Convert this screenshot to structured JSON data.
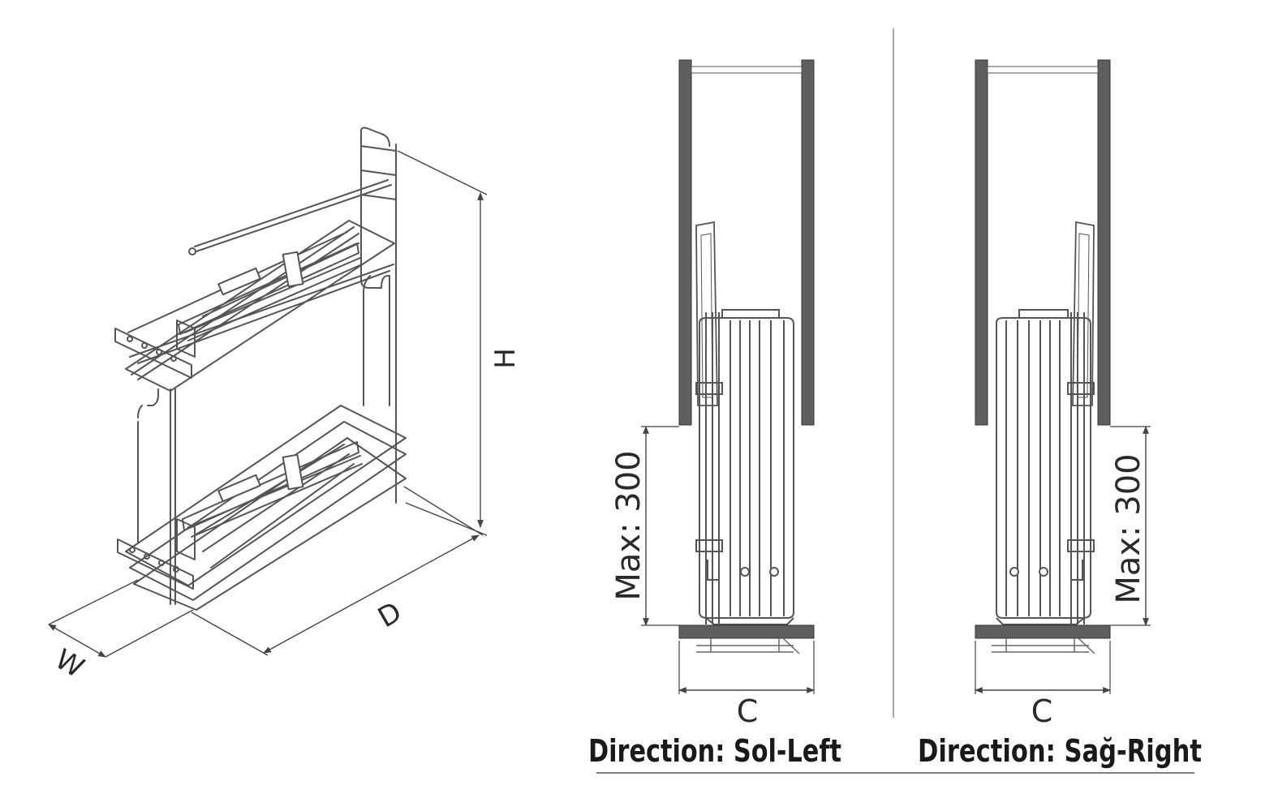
{
  "iso": {
    "h_label": "H",
    "d_label": "D",
    "w_label": "W"
  },
  "left": {
    "max_label": "Max: 300",
    "c_label": "C",
    "caption": "Direction: Sol-Left"
  },
  "right": {
    "max_label": "Max: 300",
    "c_label": "C",
    "caption": "Direction: Sağ-Right"
  },
  "colors": {
    "line": "#444444",
    "panel": "#5f5f5f",
    "wire": "#555555",
    "divider": "#888888"
  }
}
